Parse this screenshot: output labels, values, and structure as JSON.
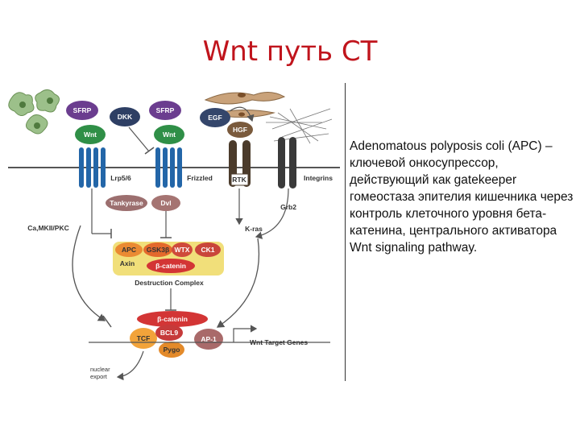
{
  "slide": {
    "title": "Wnt путь СТ",
    "description": "Adenomatous polyposis coli (APC) – ключевой онкосупрессор, действующий как gatekeeper гомеостаза эпителия кишечника через контроль клеточного уровня бета-катенина, центрального активатора Wnt signaling pathway."
  },
  "diagram": {
    "labels": {
      "sfrp_left": "SFRP",
      "sfrp_right": "SFRP",
      "dkk": "DKK",
      "egf": "EGF",
      "wnt_left": "Wnt",
      "wnt_right": "Wnt",
      "hgf": "HGF",
      "lrp": "Lrp5/6",
      "frizzled": "Frizzled",
      "rtk": "RTK",
      "integrins": "Integrins",
      "tankyrase": "Tankyrase",
      "dvl": "Dvl",
      "grb2": "Grb2",
      "camkii": "Ca,MKII/PKC",
      "kras": "K-ras",
      "apc": "APC",
      "gsk3b": "GSK3β",
      "wtx": "WTX",
      "ck1": "CK1",
      "axin": "Axin",
      "beta_catenin_complex": "β-catenin",
      "destruction_complex": "Destruction Complex",
      "beta_catenin_nucleus": "β-catenin",
      "tcf": "TCF",
      "bcl9": "BCL9",
      "pygo": "Pygo",
      "ap1": "AP-1",
      "target_genes": "Wnt Target Genes",
      "nuclear_export_1": "nuclear",
      "nuclear_export_2": "export"
    },
    "colors": {
      "title_red": "#c0141c",
      "sfrp_purple": "#6b3d8f",
      "dkk_navy": "#2e3f64",
      "egf_navy": "#34466b",
      "wnt_green": "#2f8f47",
      "hgf_brown": "#7a5a3c",
      "receptor_blue": "#2366a8",
      "rtk_dark": "#4b3b2b",
      "integrin_dark": "#3a3a3a",
      "tankyrase_mauve": "#9c6f6f",
      "dvl_mauve": "#a57472",
      "complex_yellow": "#f1df7a",
      "apc_orange": "#ea8a32",
      "gsk_orange": "#e3692c",
      "wtx_red": "#cf4a3a",
      "ck1_red": "#c9453a",
      "catenin_red": "#d33535",
      "tcf_orange": "#f2a33a",
      "bcl9_red": "#c63a3a",
      "pygo_orange": "#e38a2a",
      "ap1_mauve": "#a96a6a",
      "membrane_gray": "#555555"
    }
  }
}
